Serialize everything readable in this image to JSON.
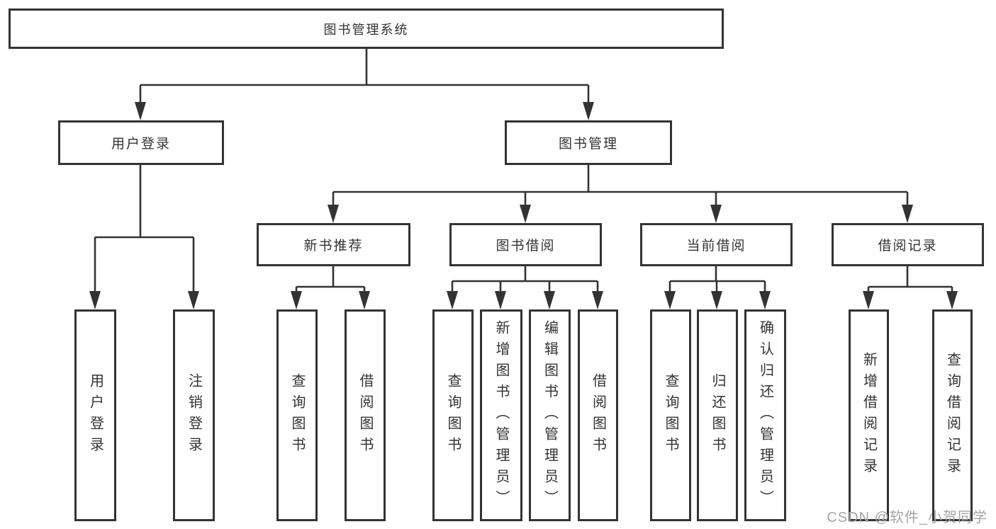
{
  "watermark": "CSDN @软件_小贺同学",
  "colors": {
    "line": "#333333",
    "box_border": "#333333",
    "text": "#333333",
    "watermark": "#a5a5a5"
  },
  "tree": {
    "root": {
      "label": "图书管理系统",
      "children": [
        {
          "label": "用户登录",
          "children": [
            {
              "label": "用户登录"
            },
            {
              "label": "注销登录"
            }
          ]
        },
        {
          "label": "图书管理",
          "children": [
            {
              "label": "新书推荐",
              "children": [
                {
                  "label": "查询图书"
                },
                {
                  "label": "借阅图书"
                }
              ]
            },
            {
              "label": "图书借阅",
              "children": [
                {
                  "label": "查询图书"
                },
                {
                  "label": "新增图书（管理员）"
                },
                {
                  "label": "编辑图书（管理员）"
                },
                {
                  "label": "借阅图书"
                }
              ]
            },
            {
              "label": "当前借阅",
              "children": [
                {
                  "label": "查询图书"
                },
                {
                  "label": "归还图书"
                },
                {
                  "label": "确认归还（管理员）"
                }
              ]
            },
            {
              "label": "借阅记录",
              "children": [
                {
                  "label": "新增借阅记录"
                },
                {
                  "label": "查询借阅记录"
                }
              ]
            }
          ]
        }
      ]
    }
  }
}
